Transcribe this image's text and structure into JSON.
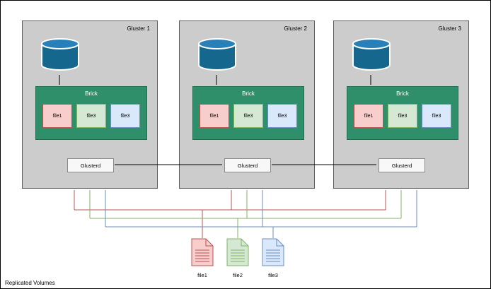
{
  "caption": "Replicated Volumes",
  "clusters": [
    {
      "label": "Gluster 1",
      "brick_label": "Brick",
      "files": [
        {
          "label": "file1"
        },
        {
          "label": "file3"
        },
        {
          "label": "file3"
        }
      ],
      "glusterd_label": "Glusterd"
    },
    {
      "label": "Gluster 2",
      "brick_label": "Brick",
      "files": [
        {
          "label": "file1"
        },
        {
          "label": "file3"
        },
        {
          "label": "file3"
        }
      ],
      "glusterd_label": "Glusterd"
    },
    {
      "label": "Gluster 3",
      "brick_label": "Brick",
      "files": [
        {
          "label": "file1"
        },
        {
          "label": "file3"
        },
        {
          "label": "file3"
        }
      ],
      "glusterd_label": "Glusterd"
    }
  ],
  "documents": [
    {
      "label": "file1"
    },
    {
      "label": "file2"
    },
    {
      "label": "file3"
    }
  ],
  "colors": {
    "cluster_fill": "#cccccc",
    "cluster_border": "#5c5c5c",
    "brick_fill": "#2e8f6a",
    "file_red_fill": "#f8cecc",
    "file_red_border": "#b85450",
    "file_green_fill": "#d5e8d4",
    "file_green_border": "#82b366",
    "file_blue_fill": "#dae8fc",
    "file_blue_border": "#6c8ebf",
    "cylinder_body": "#15678e",
    "cylinder_top": "#2980b9",
    "arrow_black": "#000000",
    "arrow_red": "#b85450",
    "arrow_green": "#82b366",
    "arrow_blue": "#6c8ebf"
  }
}
